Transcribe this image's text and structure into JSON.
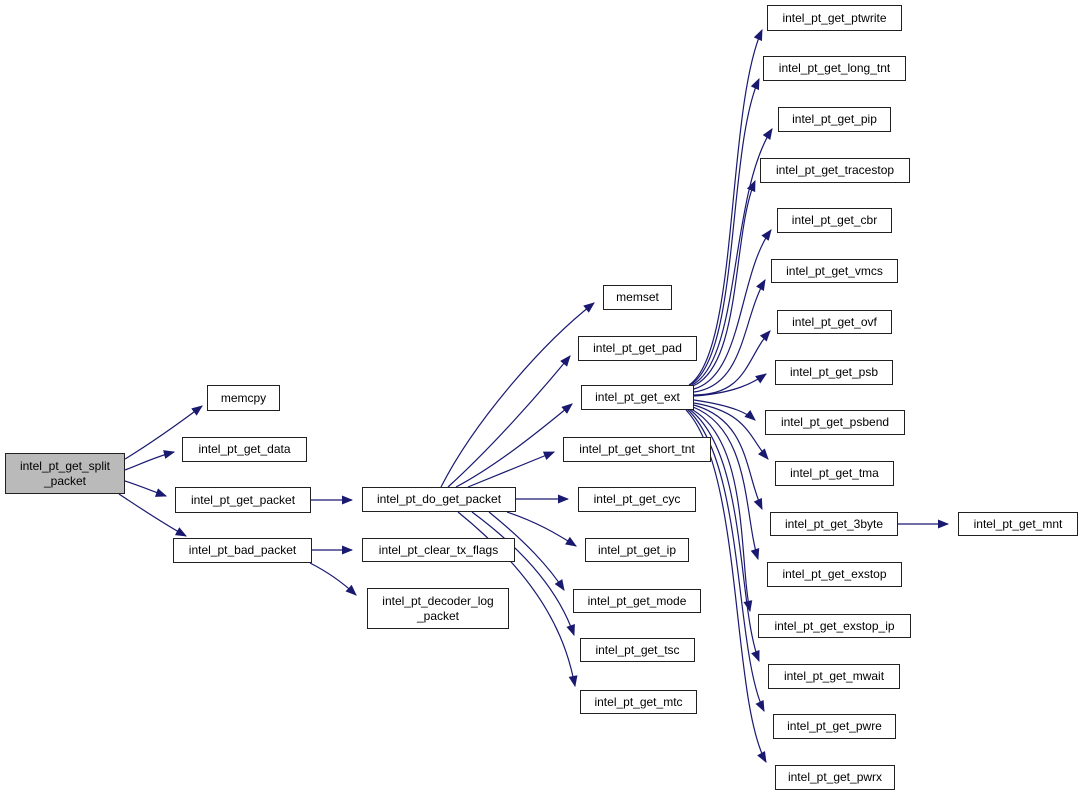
{
  "diagram": {
    "type": "call-graph",
    "background_color": "#ffffff",
    "edge_color": "#191970",
    "node_fill": "#ffffff",
    "node_border_color": "#212121",
    "root_node_fill": "#bababa",
    "nodes": [
      {
        "id": "intel_pt_get_split_packet",
        "label": "intel_pt_get_split\n_packet",
        "root": true
      },
      {
        "id": "memcpy",
        "label": "memcpy"
      },
      {
        "id": "intel_pt_get_data",
        "label": "intel_pt_get_data"
      },
      {
        "id": "intel_pt_get_packet",
        "label": "intel_pt_get_packet"
      },
      {
        "id": "intel_pt_bad_packet",
        "label": "intel_pt_bad_packet"
      },
      {
        "id": "intel_pt_do_get_packet",
        "label": "intel_pt_do_get_packet"
      },
      {
        "id": "intel_pt_clear_tx_flags",
        "label": "intel_pt_clear_tx_flags"
      },
      {
        "id": "intel_pt_decoder_log_packet",
        "label": "intel_pt_decoder_log\n_packet"
      },
      {
        "id": "memset",
        "label": "memset"
      },
      {
        "id": "intel_pt_get_pad",
        "label": "intel_pt_get_pad"
      },
      {
        "id": "intel_pt_get_ext",
        "label": "intel_pt_get_ext"
      },
      {
        "id": "intel_pt_get_short_tnt",
        "label": "intel_pt_get_short_tnt"
      },
      {
        "id": "intel_pt_get_cyc",
        "label": "intel_pt_get_cyc"
      },
      {
        "id": "intel_pt_get_ip",
        "label": "intel_pt_get_ip"
      },
      {
        "id": "intel_pt_get_mode",
        "label": "intel_pt_get_mode"
      },
      {
        "id": "intel_pt_get_tsc",
        "label": "intel_pt_get_tsc"
      },
      {
        "id": "intel_pt_get_mtc",
        "label": "intel_pt_get_mtc"
      },
      {
        "id": "intel_pt_get_ptwrite",
        "label": "intel_pt_get_ptwrite"
      },
      {
        "id": "intel_pt_get_long_tnt",
        "label": "intel_pt_get_long_tnt"
      },
      {
        "id": "intel_pt_get_pip",
        "label": "intel_pt_get_pip"
      },
      {
        "id": "intel_pt_get_tracestop",
        "label": "intel_pt_get_tracestop"
      },
      {
        "id": "intel_pt_get_cbr",
        "label": "intel_pt_get_cbr"
      },
      {
        "id": "intel_pt_get_vmcs",
        "label": "intel_pt_get_vmcs"
      },
      {
        "id": "intel_pt_get_ovf",
        "label": "intel_pt_get_ovf"
      },
      {
        "id": "intel_pt_get_psb",
        "label": "intel_pt_get_psb"
      },
      {
        "id": "intel_pt_get_psbend",
        "label": "intel_pt_get_psbend"
      },
      {
        "id": "intel_pt_get_tma",
        "label": "intel_pt_get_tma"
      },
      {
        "id": "intel_pt_get_3byte",
        "label": "intel_pt_get_3byte"
      },
      {
        "id": "intel_pt_get_exstop",
        "label": "intel_pt_get_exstop"
      },
      {
        "id": "intel_pt_get_exstop_ip",
        "label": "intel_pt_get_exstop_ip"
      },
      {
        "id": "intel_pt_get_mwait",
        "label": "intel_pt_get_mwait"
      },
      {
        "id": "intel_pt_get_pwre",
        "label": "intel_pt_get_pwre"
      },
      {
        "id": "intel_pt_get_pwrx",
        "label": "intel_pt_get_pwrx"
      },
      {
        "id": "intel_pt_get_mnt",
        "label": "intel_pt_get_mnt"
      }
    ],
    "edges": [
      {
        "from": "intel_pt_get_split_packet",
        "to": "memcpy"
      },
      {
        "from": "intel_pt_get_split_packet",
        "to": "intel_pt_get_data"
      },
      {
        "from": "intel_pt_get_split_packet",
        "to": "intel_pt_get_packet"
      },
      {
        "from": "intel_pt_get_split_packet",
        "to": "intel_pt_bad_packet"
      },
      {
        "from": "intel_pt_get_packet",
        "to": "intel_pt_do_get_packet"
      },
      {
        "from": "intel_pt_bad_packet",
        "to": "intel_pt_clear_tx_flags"
      },
      {
        "from": "intel_pt_bad_packet",
        "to": "intel_pt_decoder_log_packet"
      },
      {
        "from": "intel_pt_do_get_packet",
        "to": "memset"
      },
      {
        "from": "intel_pt_do_get_packet",
        "to": "intel_pt_get_pad"
      },
      {
        "from": "intel_pt_do_get_packet",
        "to": "intel_pt_get_ext"
      },
      {
        "from": "intel_pt_do_get_packet",
        "to": "intel_pt_get_short_tnt"
      },
      {
        "from": "intel_pt_do_get_packet",
        "to": "intel_pt_get_cyc"
      },
      {
        "from": "intel_pt_do_get_packet",
        "to": "intel_pt_get_ip"
      },
      {
        "from": "intel_pt_do_get_packet",
        "to": "intel_pt_get_mode"
      },
      {
        "from": "intel_pt_do_get_packet",
        "to": "intel_pt_get_tsc"
      },
      {
        "from": "intel_pt_do_get_packet",
        "to": "intel_pt_get_mtc"
      },
      {
        "from": "intel_pt_get_ext",
        "to": "intel_pt_get_ptwrite"
      },
      {
        "from": "intel_pt_get_ext",
        "to": "intel_pt_get_long_tnt"
      },
      {
        "from": "intel_pt_get_ext",
        "to": "intel_pt_get_pip"
      },
      {
        "from": "intel_pt_get_ext",
        "to": "intel_pt_get_tracestop"
      },
      {
        "from": "intel_pt_get_ext",
        "to": "intel_pt_get_cbr"
      },
      {
        "from": "intel_pt_get_ext",
        "to": "intel_pt_get_vmcs"
      },
      {
        "from": "intel_pt_get_ext",
        "to": "intel_pt_get_ovf"
      },
      {
        "from": "intel_pt_get_ext",
        "to": "intel_pt_get_psb"
      },
      {
        "from": "intel_pt_get_ext",
        "to": "intel_pt_get_psbend"
      },
      {
        "from": "intel_pt_get_ext",
        "to": "intel_pt_get_tma"
      },
      {
        "from": "intel_pt_get_ext",
        "to": "intel_pt_get_3byte"
      },
      {
        "from": "intel_pt_get_ext",
        "to": "intel_pt_get_exstop"
      },
      {
        "from": "intel_pt_get_ext",
        "to": "intel_pt_get_exstop_ip"
      },
      {
        "from": "intel_pt_get_ext",
        "to": "intel_pt_get_mwait"
      },
      {
        "from": "intel_pt_get_ext",
        "to": "intel_pt_get_pwre"
      },
      {
        "from": "intel_pt_get_ext",
        "to": "intel_pt_get_pwrx"
      },
      {
        "from": "intel_pt_get_3byte",
        "to": "intel_pt_get_mnt"
      }
    ]
  }
}
